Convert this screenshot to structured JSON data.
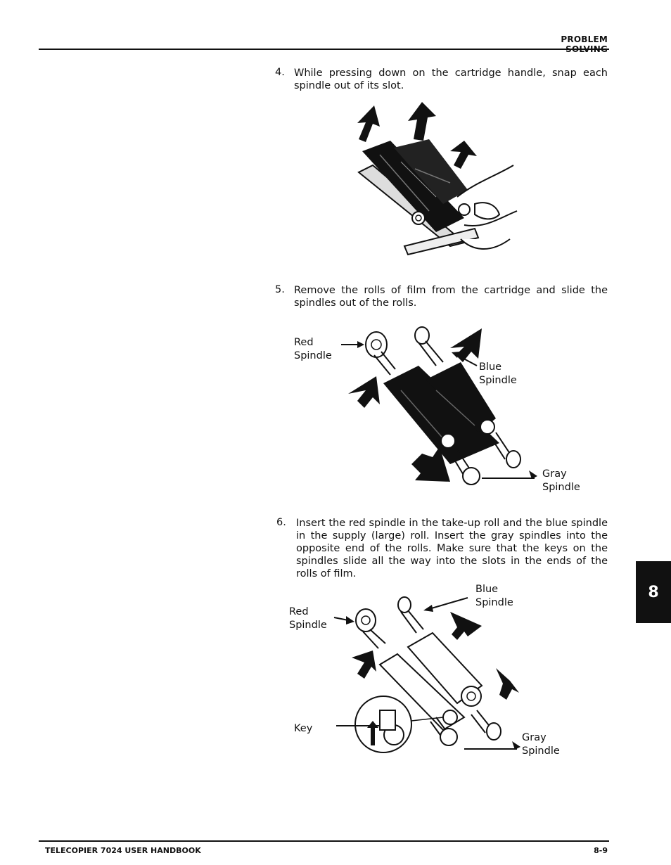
{
  "header": {
    "section": "PROBLEM SOLVING"
  },
  "steps": [
    {
      "number": "4.",
      "text": "While pressing down on the cartridge handle, snap each spindle out of its slot."
    },
    {
      "number": "5.",
      "text": "Remove the rolls of film from the cartridge and slide the spindles out of the rolls."
    },
    {
      "number": "6.",
      "text": "Insert the red spindle in the take-up roll and the blue spindle in the supply (large) roll.  Insert the gray spindles into the opposite end of the rolls.  Make sure that the keys on the spindles slide all the way into the slots in the ends of the rolls of film."
    }
  ],
  "figure2": {
    "red_label": "Red\nSpindle",
    "blue_label": "Blue\nSpindle",
    "gray_label": "Gray\nSpindle"
  },
  "figure3": {
    "blue_label": "Blue\nSpindle",
    "red_label": "Red\nSpindle",
    "key_label": "Key",
    "gray_label": "Gray\nSpindle"
  },
  "tab": {
    "chapter": "8"
  },
  "footer": {
    "left": "TELECOPIER 7024 USER HANDBOOK",
    "right": "8-9"
  }
}
